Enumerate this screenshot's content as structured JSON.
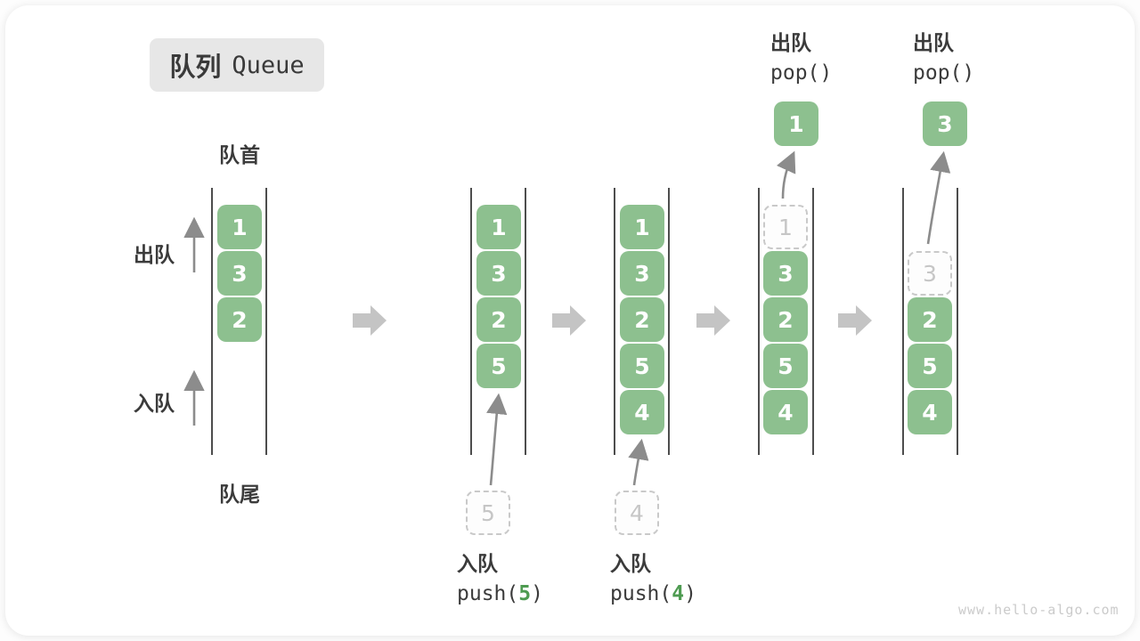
{
  "title": {
    "zh": "队列",
    "en": "Queue"
  },
  "labels": {
    "front": "队首",
    "rear": "队尾",
    "dequeue": "出队",
    "enqueue": "入队"
  },
  "queues": [
    {
      "boxes": [
        "1",
        "3",
        "2"
      ]
    },
    {
      "boxes": [
        "1",
        "3",
        "2",
        "5"
      ]
    },
    {
      "boxes": [
        "1",
        "3",
        "2",
        "5",
        "4"
      ]
    },
    {
      "ghost": "1",
      "boxes": [
        "3",
        "2",
        "5",
        "4"
      ]
    },
    {
      "ghost": "3",
      "boxes": [
        "2",
        "5",
        "4"
      ]
    }
  ],
  "push_ops": [
    {
      "label": "入队",
      "code_pre": "push(",
      "arg": "5",
      "code_post": ")",
      "ghost": "5"
    },
    {
      "label": "入队",
      "code_pre": "push(",
      "arg": "4",
      "code_post": ")",
      "ghost": "4"
    }
  ],
  "pop_ops": [
    {
      "label": "出队",
      "code": "pop()",
      "value": "1"
    },
    {
      "label": "出队",
      "code": "pop()",
      "value": "3"
    }
  ],
  "watermark": "www.hello-algo.com",
  "colors": {
    "box_green": "#8dc08f",
    "arg_green": "#4e9b51",
    "text_dark": "#3b3b3b",
    "wall_gray": "#4d4d4d",
    "thin_arrow": "#8c8c8c",
    "block_arrow": "#c4c4c4",
    "ghost_border": "#c9c9c9",
    "chip_bg": "#e7e7e7",
    "watermark_gray": "#cbcbcb"
  }
}
